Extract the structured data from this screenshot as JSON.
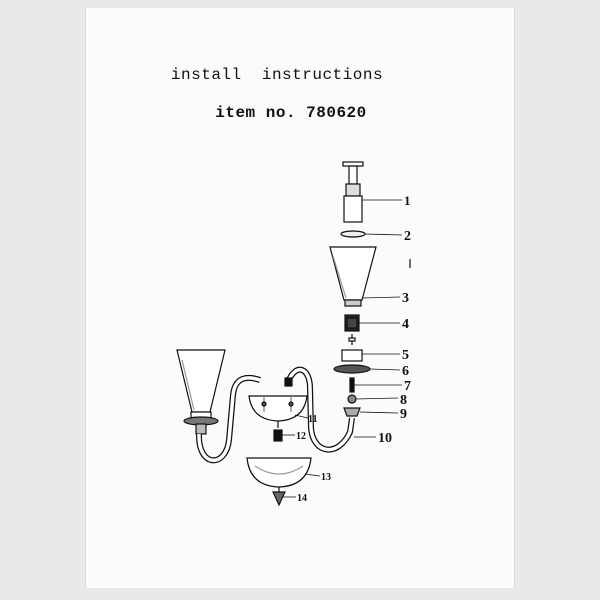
{
  "document": {
    "title": "install  instructions",
    "item_line": "item no. 780620"
  },
  "diagram": {
    "part_labels": [
      "1",
      "2",
      "3",
      "4",
      "5",
      "6",
      "7",
      "8",
      "9",
      "10",
      "11",
      "12",
      "13",
      "14"
    ]
  },
  "colors": {
    "paper": "#fbfbfb",
    "ink": "#111111",
    "background": "#e9e9e9"
  }
}
